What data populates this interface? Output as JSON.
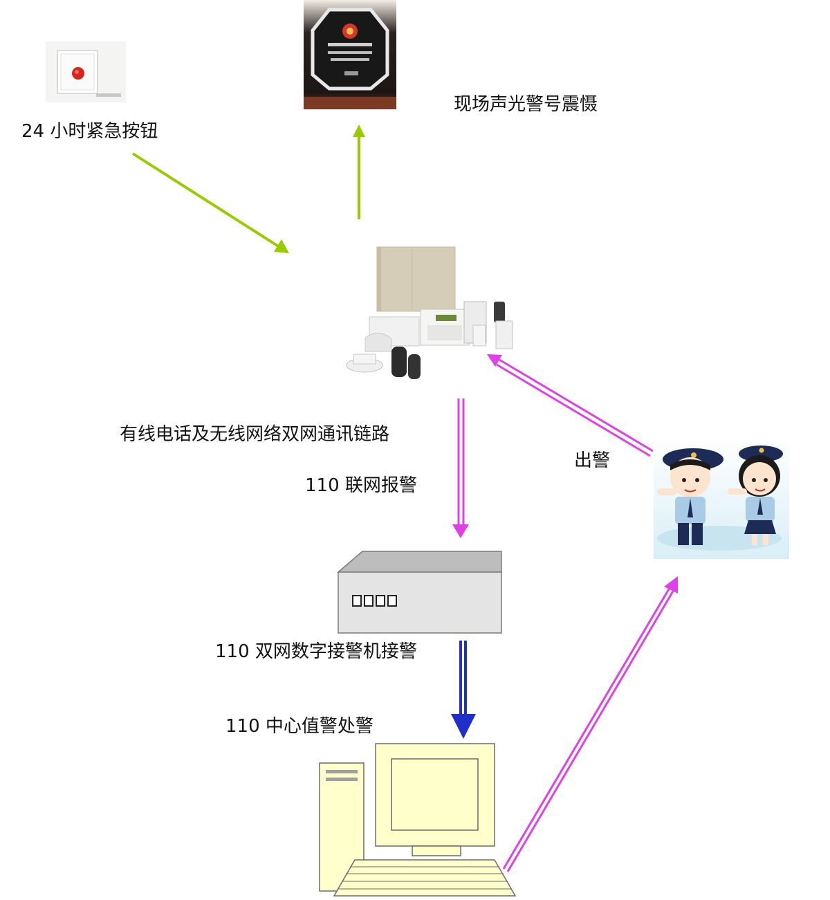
{
  "labels": {
    "emergency_button": "24 小时紧急按钮",
    "siren": "现场声光警号震慑",
    "dual_link": "有线电话及无线网络双网通讯链路",
    "network_alarm": "110 联网报警",
    "receiver": "110 双网数字接警机接警",
    "center": "110 中心值警处警",
    "dispatch": "出警"
  },
  "colors": {
    "green_arrow": "#99CC00",
    "magenta_arrow": "#E040E8",
    "blue_arrow": "#1F2FC8",
    "box_fill": "#E4E4E4",
    "box_top": "#BDBDBD",
    "computer_fill": "#FFFFCC"
  },
  "icons": {
    "emergency_button": "panic-button-icon",
    "siren": "siren-icon",
    "alarm_panel": "alarm-control-panel-icon",
    "receiver": "alarm-receiver-box-icon",
    "computer": "computer-icon",
    "police": "police-officers-icon"
  }
}
